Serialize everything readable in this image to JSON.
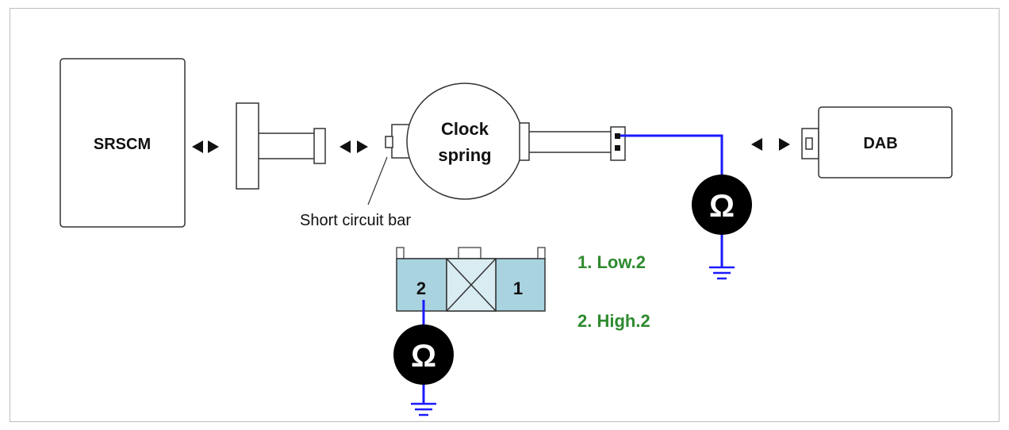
{
  "diagram": {
    "srscm_label": "SRSCM",
    "clock_spring_line1": "Clock",
    "clock_spring_line2": "spring",
    "dab_label": "DAB",
    "short_circuit_bar_label": "Short circuit bar",
    "connector_pin_left": "2",
    "connector_pin_right": "1",
    "legend_item_1": "1. Low.2",
    "legend_item_2": "2. High.2",
    "ohm_symbol": "Ω",
    "colors": {
      "wire": "#1a1aff",
      "legend_text": "#2e8b2e",
      "connector_fill": "#a9d3df",
      "ohmmeter": "#000000"
    },
    "icons": [
      "bidirectional-arrow-icon",
      "ohmmeter-icon",
      "ground-icon",
      "connector-x-icon"
    ]
  }
}
